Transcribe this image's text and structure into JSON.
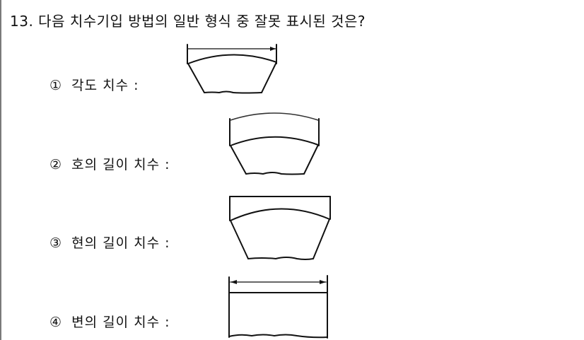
{
  "question": {
    "number": "13.",
    "text": "다음 치수기입 방법의 일반 형식 중 잘못 표시된 것은?"
  },
  "options": [
    {
      "marker": "①",
      "label": "각도 치수 :",
      "figure": "straight-dimension-over-arc-shape"
    },
    {
      "marker": "②",
      "label": "호의 길이 치수 :",
      "figure": "arc-dimension-over-arc-shape"
    },
    {
      "marker": "③",
      "label": "현의 길이 치수 :",
      "figure": "chord-dimension-over-arc-shape"
    },
    {
      "marker": "④",
      "label": "변의 길이 치수 :",
      "figure": "straight-dimension-over-rectangle"
    }
  ]
}
